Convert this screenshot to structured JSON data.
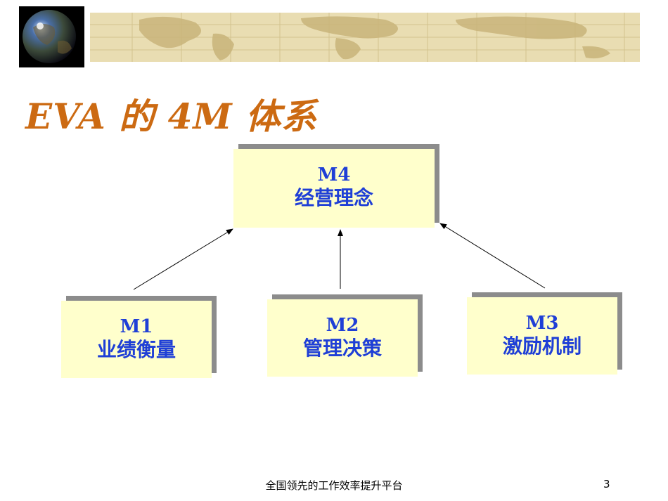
{
  "title": "EVA 的 4M 体系",
  "nodes": {
    "m4": {
      "code": "M4",
      "name": "经营理念"
    },
    "m1": {
      "code": "M1",
      "name": "业绩衡量"
    },
    "m2": {
      "code": "M2",
      "name": "管理决策"
    },
    "m3": {
      "code": "M3",
      "name": "激励机制"
    }
  },
  "footer": {
    "text": "全国领先的工作效率提升平台",
    "page": "3"
  },
  "colors": {
    "title": "#cc6a12",
    "node_text": "#1f3fd6",
    "node_bg": "#ffffcc",
    "shadow": "#8c8c8c",
    "banner": "#e9ddb2"
  },
  "icons": {
    "logo": "globe-icon",
    "banner": "world-map-banner"
  }
}
